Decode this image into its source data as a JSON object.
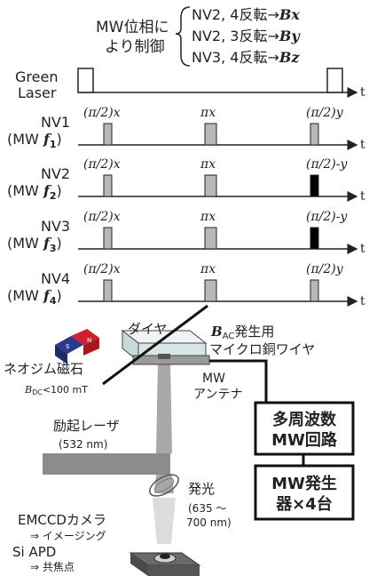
{
  "header": {
    "mw_phase_label": [
      "MW位相に",
      "より制御"
    ],
    "rules": [
      {
        "text": "NV2, 4反転→",
        "axis": "Bx"
      },
      {
        "text": "NV2, 3反転→",
        "axis": "By"
      },
      {
        "text": "NV3, 4反転→",
        "axis": "Bz"
      }
    ]
  },
  "sequence": {
    "time_label": "t",
    "laser_label": [
      "Green",
      "Laser"
    ],
    "channels": [
      {
        "name": "NV1",
        "mw_label": "(MW ",
        "freq": "f",
        "sub": "1",
        "pulses": [
          "(π/2)x",
          "πx",
          "(π/2)y"
        ],
        "last_inverted": false
      },
      {
        "name": "NV2",
        "mw_label": "(MW ",
        "freq": "f",
        "sub": "2",
        "pulses": [
          "(π/2)x",
          "πx",
          "(π/2)-y"
        ],
        "last_inverted": true
      },
      {
        "name": "NV3",
        "mw_label": "(MW ",
        "freq": "f",
        "sub": "3",
        "pulses": [
          "(π/2)x",
          "πx",
          "(π/2)-y"
        ],
        "last_inverted": true
      },
      {
        "name": "NV4",
        "mw_label": "(MW ",
        "freq": "f",
        "sub": "4",
        "pulses": [
          "(π/2)x",
          "πx",
          "(π/2)y"
        ],
        "last_inverted": false
      }
    ]
  },
  "setup": {
    "bac_label": "B",
    "bac_sub": "AC",
    "bac_rest": "発生用",
    "bac_line2": "マイクロ銅ワイヤ",
    "diamond_label": "ダイヤ",
    "magnet_label": "ネオジム磁石",
    "bdc_label": "B",
    "bdc_sub": "DC",
    "bdc_rest": "<100 mT",
    "antenna_label": [
      "MW",
      "アンテナ"
    ],
    "excitation_label": "励起レーザ",
    "excitation_wl": "(532 nm)",
    "emission_label": "発光",
    "emission_wl": [
      "(635 ～",
      "700 nm)"
    ],
    "camera_label": "EMCCDカメラ",
    "camera_sub": "⇒ イメージング",
    "apd_label": "Si APD",
    "apd_sub": "⇒ 共焦点",
    "box1": [
      "多周波数",
      "MW回路"
    ],
    "box2": [
      "MW発生",
      "器×4台"
    ],
    "magnet_letters": [
      "S",
      "N"
    ]
  }
}
